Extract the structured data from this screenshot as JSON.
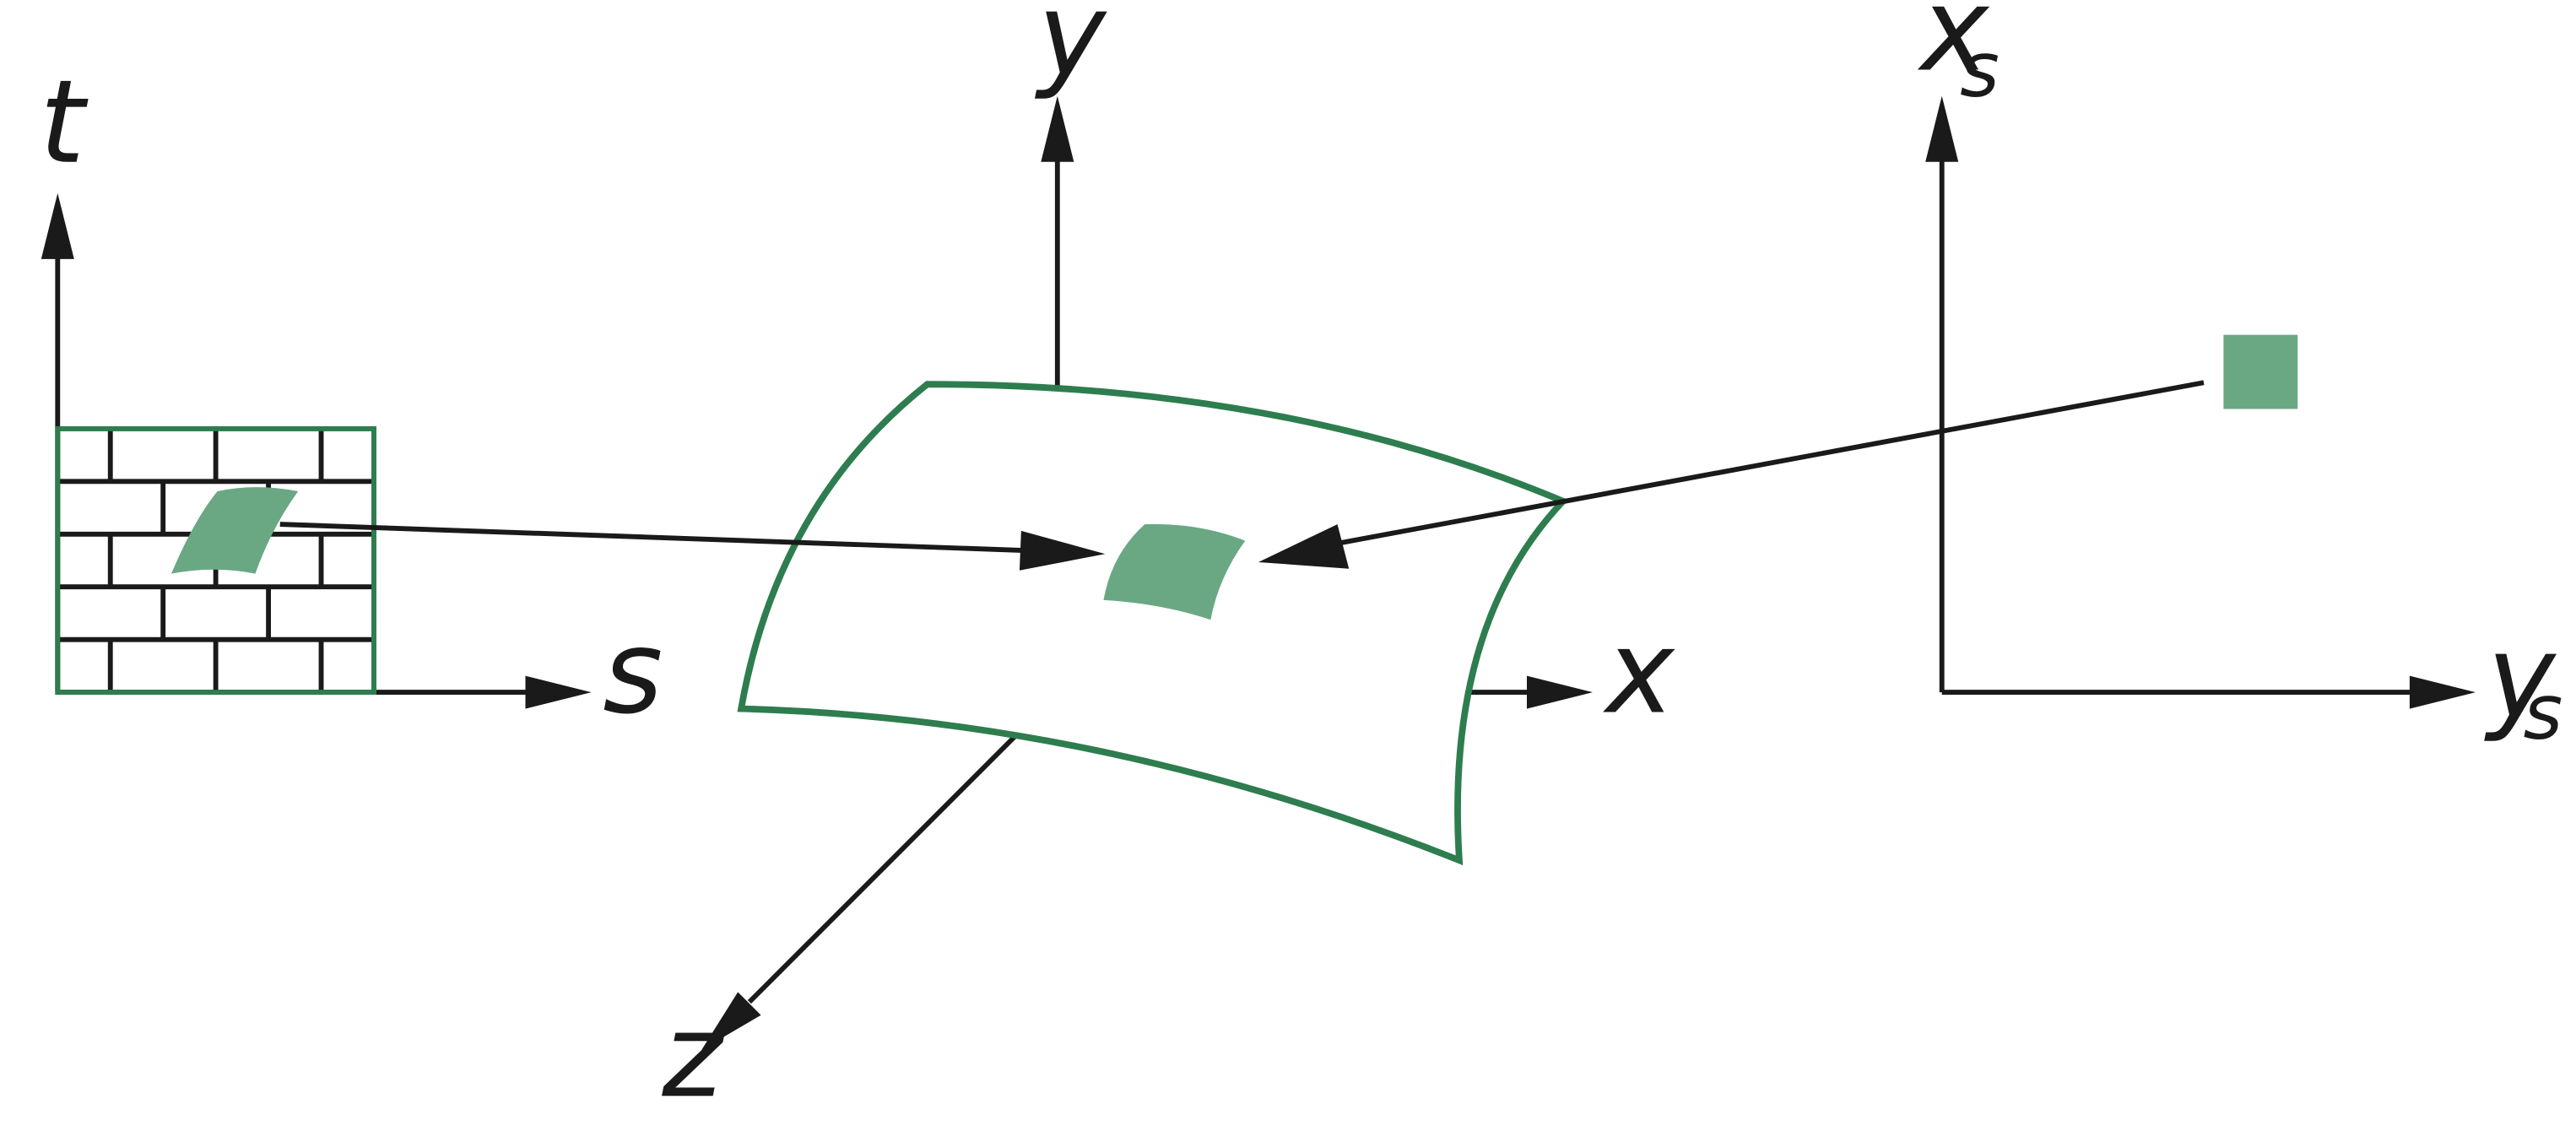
{
  "colors": {
    "stroke": "#1a1a1a",
    "surface_outline": "#2e7d4f",
    "patch_fill": "#6aa884",
    "background": "#ffffff"
  },
  "texture_space": {
    "axis_t_label": "t",
    "axis_s_label": "s",
    "texture_pattern": "brick"
  },
  "object_space": {
    "axis_y_label": "y",
    "axis_x_label": "x",
    "axis_z_label": "z"
  },
  "screen_space": {
    "axis_x_label": "x",
    "axis_x_subscript": "s",
    "axis_y_label": "y",
    "axis_y_subscript": "s"
  }
}
